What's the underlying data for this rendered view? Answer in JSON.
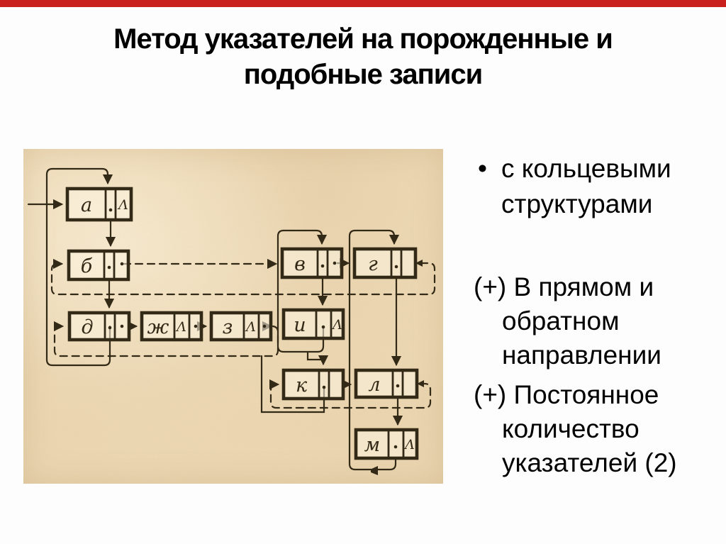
{
  "colors": {
    "accent-red": "#c9201d",
    "paper": "#f2dfbd",
    "ink": "#332917",
    "page-bg": "#fdfdfd",
    "title-color": "#000000"
  },
  "title": {
    "line1": "Метод указателей на порожденные и",
    "line2": "подобные записи"
  },
  "right_panel": {
    "bullet_marker": "•",
    "item1_lines": [
      "с кольцевыми",
      "структурами"
    ],
    "item2_lines": [
      "(+) В прямом и",
      "обратном",
      "направлении"
    ],
    "item3_lines": [
      "(+) Постоянное",
      "количество",
      "указателей (2)"
    ]
  },
  "diagram": {
    "null_symbol": "Λ",
    "nodes": [
      {
        "id": "a",
        "letter": "а"
      },
      {
        "id": "b",
        "letter": "б"
      },
      {
        "id": "v",
        "letter": "в"
      },
      {
        "id": "g",
        "letter": "г"
      },
      {
        "id": "d",
        "letter": "д"
      },
      {
        "id": "zh",
        "letter": "ж"
      },
      {
        "id": "z",
        "letter": "з"
      },
      {
        "id": "i",
        "letter": "и"
      },
      {
        "id": "k",
        "letter": "к"
      },
      {
        "id": "l",
        "letter": "л"
      },
      {
        "id": "m",
        "letter": "м"
      }
    ]
  }
}
